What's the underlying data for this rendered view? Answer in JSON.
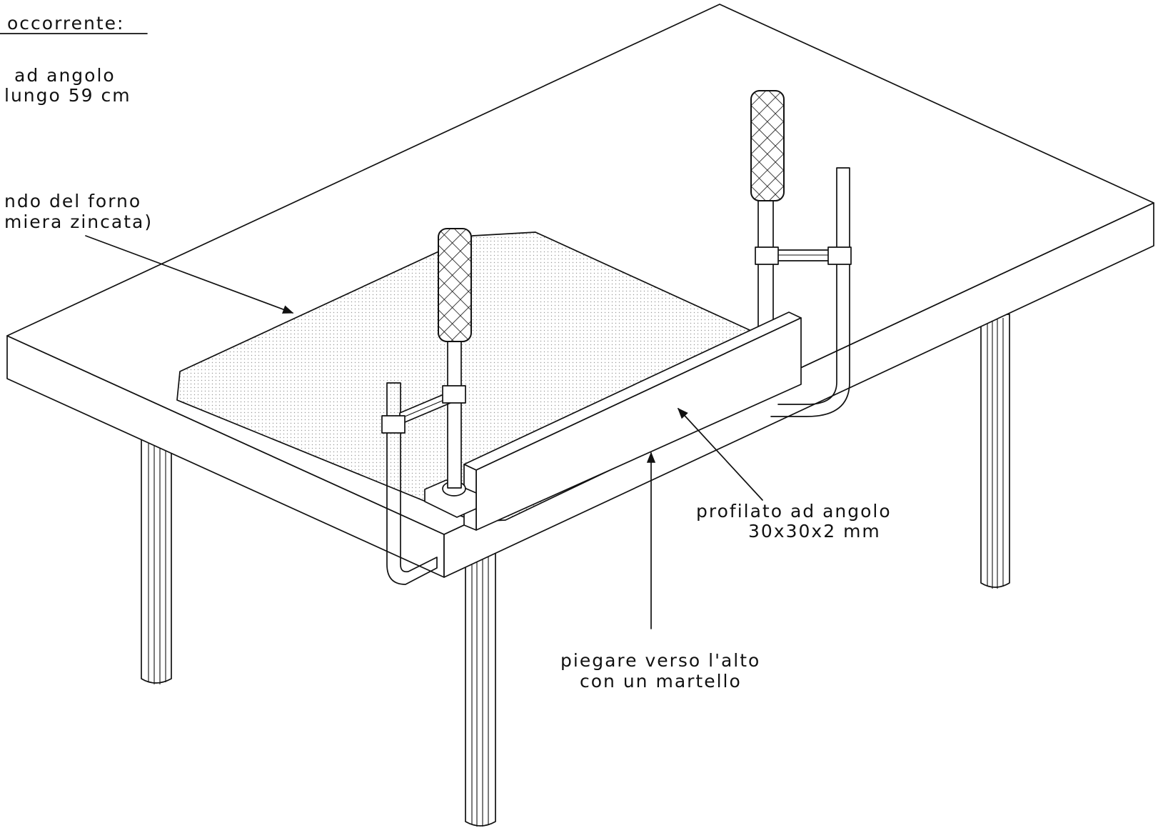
{
  "colors": {
    "line": "#111111",
    "sheet_dots": "#9a9a9a",
    "background": "#ffffff"
  },
  "labels": {
    "materials_title": "occorrente:",
    "materials_line1": "ad angolo",
    "materials_line2": "lungo 59 cm",
    "sheet_line1": "ndo del forno",
    "sheet_line2": "miera zincata)",
    "profile_line1": "profilato ad angolo",
    "profile_line2": "30x30x2 mm",
    "bend_line1": "piegare verso l'alto",
    "bend_line2": "con un martello"
  }
}
